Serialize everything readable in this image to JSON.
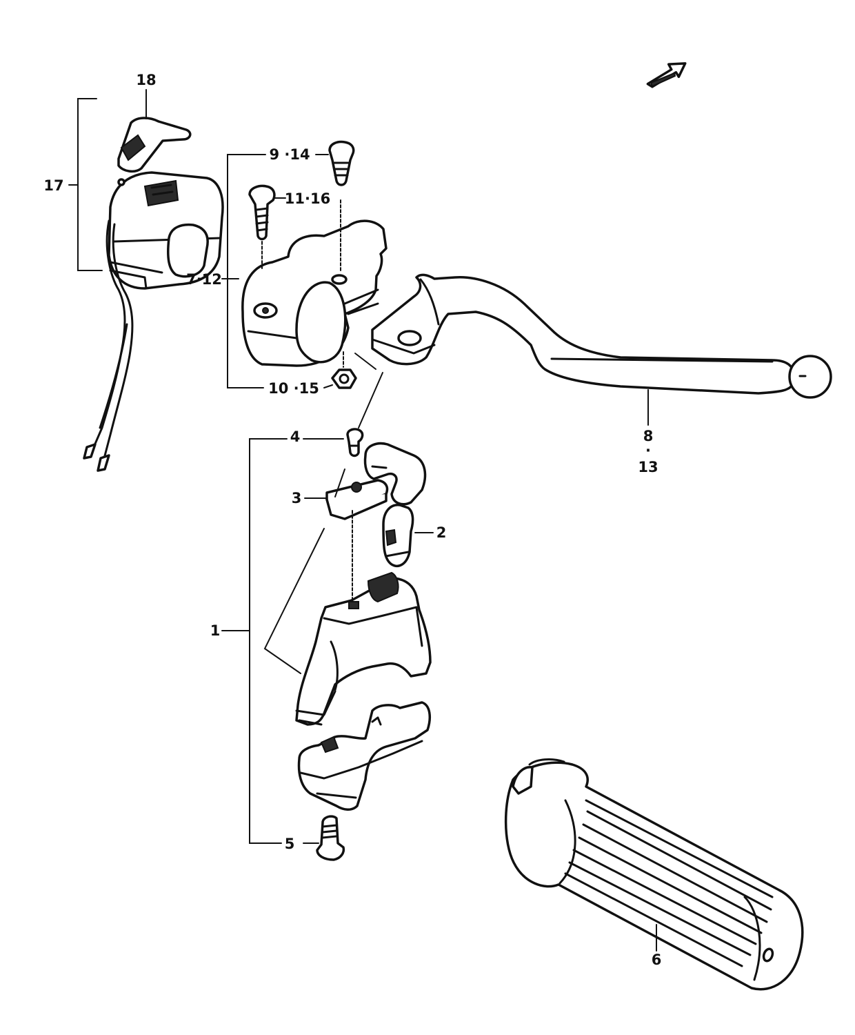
{
  "diagram": {
    "front_mark": "FRONT",
    "callouts": {
      "c1": "1",
      "c2": "2",
      "c3": "3",
      "c4": "4",
      "c5": "5",
      "c6": "6",
      "c7": "7·12",
      "c8a": "8",
      "c8b": "13",
      "c9": "9 ·14",
      "c10": "10 ·15",
      "c11": "11·16",
      "c17": "17",
      "c18": "18"
    }
  }
}
